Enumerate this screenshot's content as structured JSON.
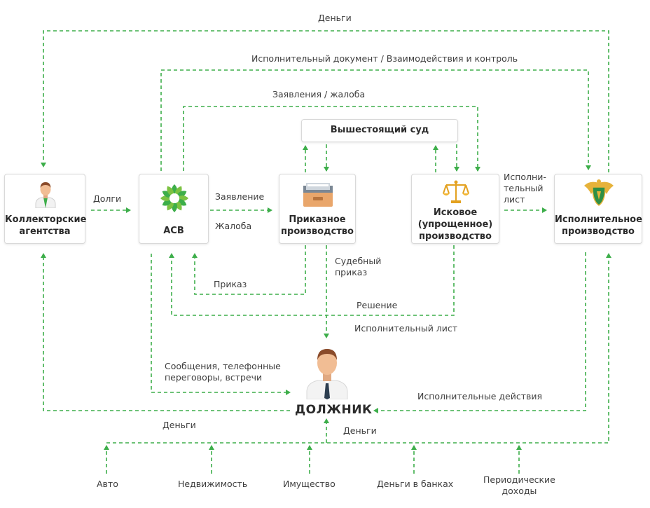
{
  "nodes": {
    "collectors": "Коллекторские\nагентства",
    "asv": "АСВ",
    "order_proceedings": "Приказное\nпроизводство",
    "claim_proceedings": "Исковое\n(упрощенное)\nпроизводство",
    "enforcement": "Исполнительное\nпроизводство",
    "higher_court": "Вышестоящий суд",
    "debtor": "ДОЛЖНИК"
  },
  "flows": {
    "money_top": "Деньги",
    "exec_doc": "Исполнительный документ / Взаимодействия и контроль",
    "claims_complaint": "Заявления / жалоба",
    "debts": "Долги",
    "application": "Заявление",
    "complaint": "Жалоба",
    "exec_sheet_right": "Исполни-\nтельный\nлист",
    "court_order": "Судебный\nприказ",
    "order": "Приказ",
    "decision": "Решение",
    "exec_sheet": "Исполнительный лист",
    "messages": "Сообщения, телефонные\nпереговоры, встречи",
    "exec_actions": "Исполнительные действия",
    "money_left": "Деньги",
    "money_center": "Деньги"
  },
  "assets": {
    "auto": "Авто",
    "real_estate": "Недвижимость",
    "property": "Имущество",
    "bank_money": "Деньги в банках",
    "periodic_income": "Периодические\nдоходы"
  },
  "colors": {
    "arrow": "#3dae4a",
    "node_border": "#d9d9d9",
    "text": "#3a3a3a"
  },
  "icons": [
    "person-icon",
    "asv-logo-icon",
    "file-cabinet-icon",
    "scales-icon",
    "fssp-emblem-icon",
    "debtor-avatar-icon"
  ]
}
